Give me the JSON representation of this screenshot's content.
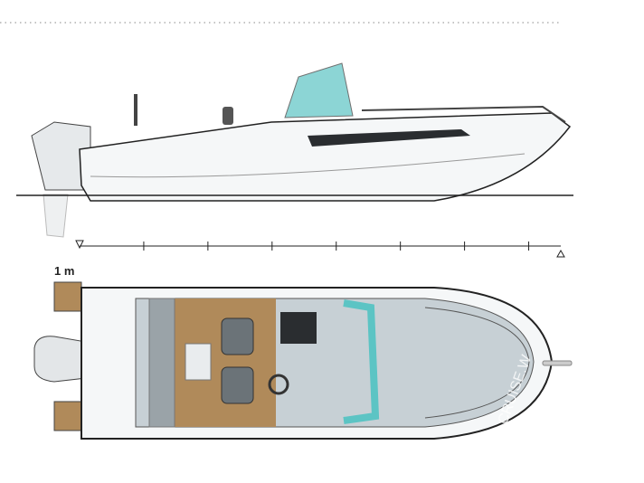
{
  "scale": {
    "label": "1 m",
    "ticks": 8
  },
  "watermark": "CRUISE.W",
  "colors": {
    "hull": "#f4f6f7",
    "outline": "#222222",
    "deck_wood": "#b08a5a",
    "glass": "#5cc4c4",
    "seat": "#9aa3a8"
  }
}
